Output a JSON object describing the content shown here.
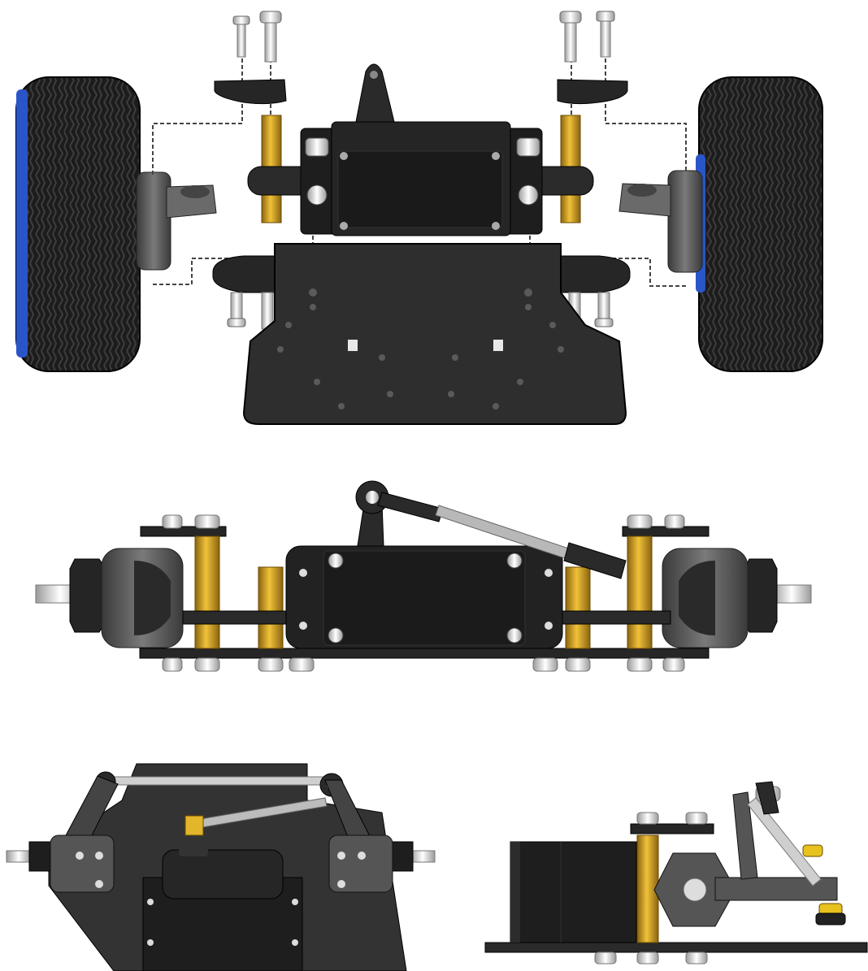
{
  "views": [
    {
      "id": "exploded-front-view"
    },
    {
      "id": "assembled-front-view"
    },
    {
      "id": "bottom-view"
    },
    {
      "id": "side-view"
    }
  ],
  "colors": {
    "background": "#ffffff",
    "chassis": "#2b2b2b",
    "chassis-edge": "#111111",
    "tire": "#1c1c1c",
    "tire-tread": "#3a3a3a",
    "rim": "#2a55c9",
    "knuckle": "#5a5a5a",
    "standoff": "#d9a520",
    "screw": "#e6e6e6",
    "servo": "#222222",
    "rod": "#bdbdbd",
    "leader": "#444444"
  }
}
